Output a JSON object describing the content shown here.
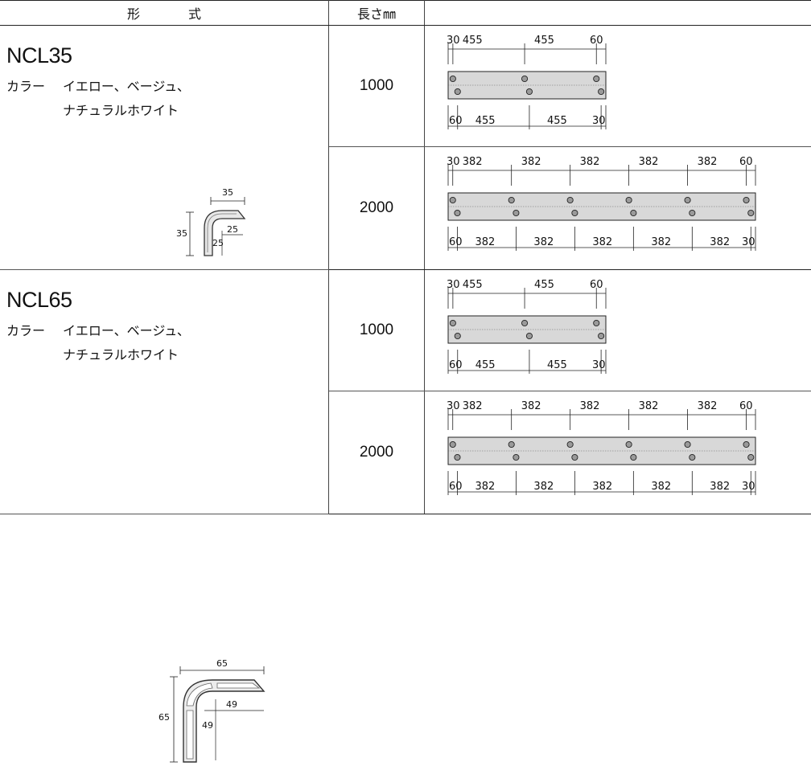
{
  "headers": {
    "model": "形　式",
    "length": "長さ㎜"
  },
  "products": [
    {
      "name": "NCL35",
      "color_label": "カラー",
      "colors_line1": "イエロー、ベージュ、",
      "colors_line2": "ナチュラルホワイト",
      "section_dims": {
        "width": "35",
        "height": "35",
        "inner_w": "25",
        "inner_h": "25"
      },
      "variants": [
        {
          "length": "1000",
          "top_dims": [
            "30",
            "455",
            "455",
            "60"
          ],
          "bottom_dims": [
            "60",
            "455",
            "455",
            "30"
          ]
        },
        {
          "length": "2000",
          "top_dims": [
            "30",
            "382",
            "382",
            "382",
            "382",
            "382",
            "60"
          ],
          "bottom_dims": [
            "60",
            "382",
            "382",
            "382",
            "382",
            "382",
            "30"
          ]
        }
      ]
    },
    {
      "name": "NCL65",
      "color_label": "カラー",
      "colors_line1": "イエロー、ベージュ、",
      "colors_line2": "ナチュラルホワイト",
      "section_dims": {
        "width": "65",
        "height": "65",
        "inner_w": "49",
        "inner_h": "49"
      },
      "variants": [
        {
          "length": "1000",
          "top_dims": [
            "30",
            "455",
            "455",
            "60"
          ],
          "bottom_dims": [
            "60",
            "455",
            "455",
            "30"
          ]
        },
        {
          "length": "2000",
          "top_dims": [
            "30",
            "382",
            "382",
            "382",
            "382",
            "382",
            "60"
          ],
          "bottom_dims": [
            "60",
            "382",
            "382",
            "382",
            "382",
            "382",
            "30"
          ]
        }
      ]
    }
  ],
  "colors": {
    "bar_fill": "#d8d8d8",
    "hole_fill": "#9a9a9a",
    "line": "#222222"
  }
}
